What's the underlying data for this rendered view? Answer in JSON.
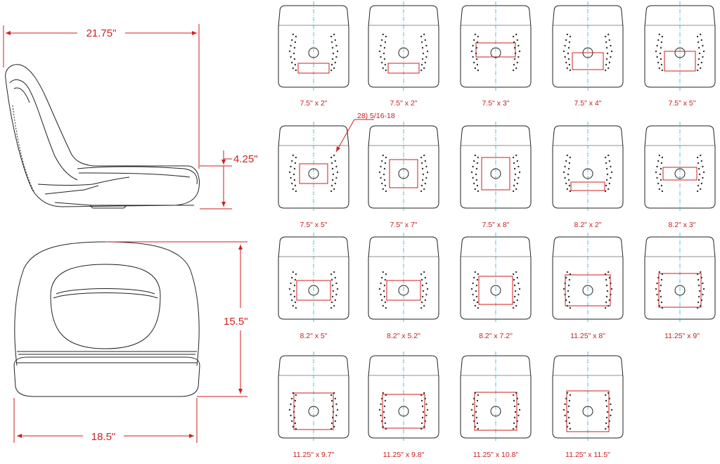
{
  "side_view": {
    "width_label": "21.75\"",
    "height_label": "4.25\""
  },
  "front_view": {
    "height_label": "15.5\"",
    "width_label": "18.5\""
  },
  "callout": {
    "text": "28) 5/16-18"
  },
  "patterns": [
    {
      "label": "7.5\" x 2\""
    },
    {
      "label": "7.5\" x 2\""
    },
    {
      "label": "7.5\" x 3\""
    },
    {
      "label": "7.5\" x 4\""
    },
    {
      "label": "7.5\" x 5\""
    },
    {
      "label": "7.5\" x 5\""
    },
    {
      "label": "7.5\" x 7\""
    },
    {
      "label": "7.5\" x 8\""
    },
    {
      "label": "8.2\" x 2\""
    },
    {
      "label": "8.2\" x 3\""
    },
    {
      "label": "8.2\" x 5\""
    },
    {
      "label": "8.2\" x 5.2\""
    },
    {
      "label": "8.2\" x 7.2\""
    },
    {
      "label": "11.25\" x 8\""
    },
    {
      "label": "11.25\" x 9\""
    },
    {
      "label": "11.25\" x 9.7\""
    },
    {
      "label": "11.25\" x 9.8\""
    },
    {
      "label": "11.25\" x 10.8\""
    },
    {
      "label": "11.25\" x 11.5\""
    }
  ],
  "colors": {
    "dimension": "#d21e1e",
    "outline": "#222222",
    "centerline": "#1fb5c9",
    "bolt_hole": "#333333"
  }
}
